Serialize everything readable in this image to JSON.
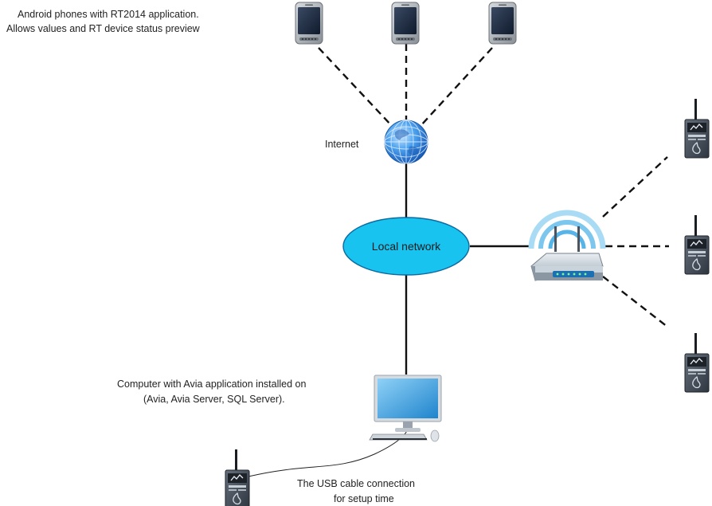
{
  "labels": {
    "phones_line1": "Android phones with RT2014 application.",
    "phones_line2": "Allows values and RT device status preview",
    "internet": "Internet",
    "local_network": "Local network",
    "computer_line1": "Computer with Avia application installed on",
    "computer_line2": "(Avia, Avia Server, SQL Server).",
    "usb_line1": "The USB cable connection",
    "usb_line2": "for setup time"
  },
  "colors": {
    "line": "#111111",
    "ellipse_fill": "#19c3f0",
    "ellipse_stroke": "#0b6aa0",
    "wifi_arc": "#9ed6f2",
    "globe": "#3a8fe0",
    "device_body": "#45505e"
  },
  "icons": {
    "phone": "smartphone-icon",
    "globe": "globe-icon",
    "router": "wifi-router-icon",
    "computer": "desktop-computer-icon",
    "logger": "rt-logger-device-icon"
  }
}
